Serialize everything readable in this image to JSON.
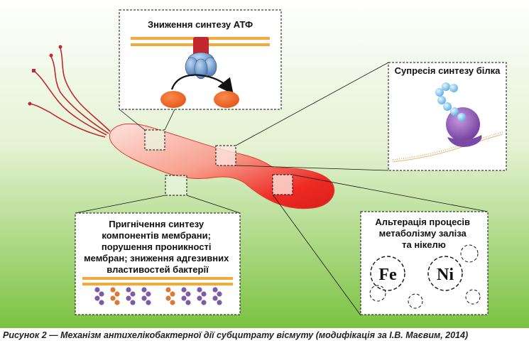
{
  "boxes": {
    "atp": {
      "title": "Зниження синтезу АТФ"
    },
    "protein": {
      "title": "Супресія синтезу білка"
    },
    "membrane": {
      "lines": [
        "Пригнічення синтезу",
        "компонентів мембрани;",
        "порушення проникності",
        "мембран; зниження адгезивних",
        "властивостей бактерії"
      ]
    },
    "metal": {
      "lines": [
        "Альтерація процесів",
        "метаболізму заліза",
        "та нікелю"
      ],
      "iron_symbol": "Fe",
      "nickel_symbol": "Ni"
    }
  },
  "caption": "Рисунок 2 — Механізм антихелікобактерної дії субцитрату вісмуту (модифікація за І.В. Маєвим, 2014)",
  "colors": {
    "background_top": "#ffffff",
    "background_bottom": "#7bc241",
    "bacterium_light": "#fde2dc",
    "bacterium_dark": "#ee2a24",
    "membrane_gold": "#f4a93a",
    "atp_blue": "#6a9fd8",
    "orange": "#f26522",
    "purple": "#8e5bb6",
    "bead_blue": "#8cc8ee",
    "flagella": "#c2272d"
  }
}
